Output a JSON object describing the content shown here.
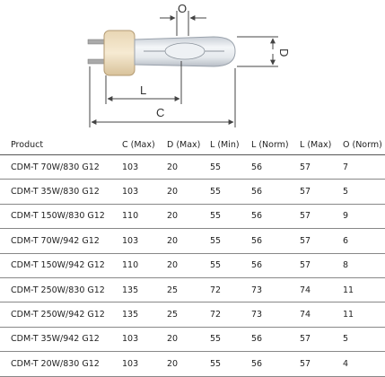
{
  "drawing": {
    "dim_o": "O",
    "dim_d": "D",
    "dim_l": "L",
    "dim_c": "C"
  },
  "table": {
    "headers": [
      "Product",
      "C (Max)",
      "D (Max)",
      "L (Min)",
      "L (Norm)",
      "L (Max)",
      "O (Norm)"
    ],
    "rows": [
      [
        "CDM-T 70W/830 G12",
        "103",
        "20",
        "55",
        "56",
        "57",
        "7"
      ],
      [
        "CDM-T 35W/830 G12",
        "103",
        "20",
        "55",
        "56",
        "57",
        "5"
      ],
      [
        "CDM-T 150W/830 G12",
        "110",
        "20",
        "55",
        "56",
        "57",
        "9"
      ],
      [
        "CDM-T 70W/942 G12",
        "103",
        "20",
        "55",
        "56",
        "57",
        "6"
      ],
      [
        "CDM-T 150W/942 G12",
        "110",
        "20",
        "55",
        "56",
        "57",
        "8"
      ],
      [
        "CDM-T 250W/830 G12",
        "135",
        "25",
        "72",
        "73",
        "74",
        "11"
      ],
      [
        "CDM-T 250W/942 G12",
        "135",
        "25",
        "72",
        "73",
        "74",
        "11"
      ],
      [
        "CDM-T 35W/942 G12",
        "103",
        "20",
        "55",
        "56",
        "57",
        "5"
      ],
      [
        "CDM-T 20W/830 G12",
        "103",
        "20",
        "55",
        "56",
        "57",
        "4"
      ]
    ]
  }
}
